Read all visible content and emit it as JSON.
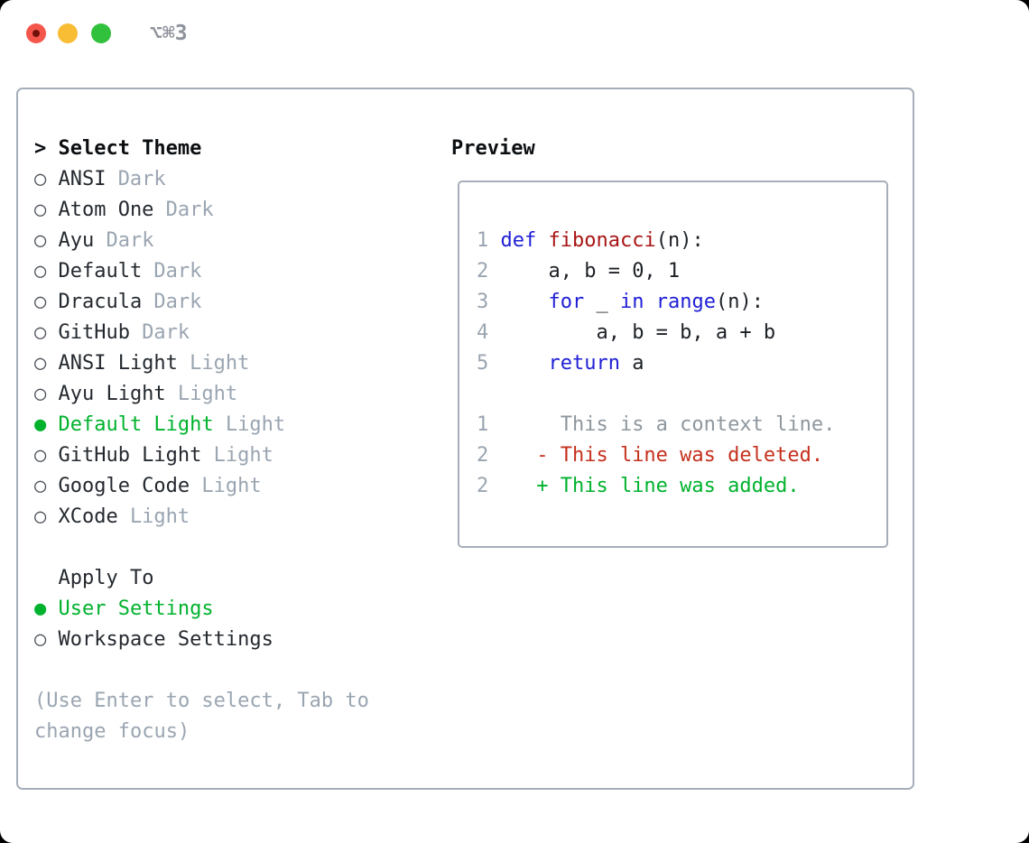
{
  "window": {
    "title": "⌥⌘3"
  },
  "colors": {
    "selected_green": "#00b22d",
    "added_green": "#00b22d",
    "deleted_red": "#c5311d",
    "keyword_blue": "#1f1fd6",
    "function_dark_red": "#a81414",
    "muted_gray": "#9aa5b1",
    "text_dark": "#24292f",
    "border_gray": "#a6aeb9",
    "traffic_red": "#f4564c",
    "traffic_yellow": "#f9bd35",
    "traffic_green": "#31c13d"
  },
  "theme_picker": {
    "prompt_marker": ">",
    "title": "Select Theme",
    "themes": [
      {
        "marker": "○",
        "name": "ANSI",
        "variant": "Dark",
        "selected": false
      },
      {
        "marker": "○",
        "name": "Atom One",
        "variant": "Dark",
        "selected": false
      },
      {
        "marker": "○",
        "name": "Ayu",
        "variant": "Dark",
        "selected": false
      },
      {
        "marker": "○",
        "name": "Default",
        "variant": "Dark",
        "selected": false
      },
      {
        "marker": "○",
        "name": "Dracula",
        "variant": "Dark",
        "selected": false
      },
      {
        "marker": "○",
        "name": "GitHub",
        "variant": "Dark",
        "selected": false
      },
      {
        "marker": "○",
        "name": "ANSI Light",
        "variant": "Light",
        "selected": false
      },
      {
        "marker": "○",
        "name": "Ayu Light",
        "variant": "Light",
        "selected": false
      },
      {
        "marker": "●",
        "name": "Default Light",
        "variant": "Light",
        "selected": true
      },
      {
        "marker": "○",
        "name": "GitHub Light",
        "variant": "Light",
        "selected": false
      },
      {
        "marker": "○",
        "name": "Google Code",
        "variant": "Light",
        "selected": false
      },
      {
        "marker": "○",
        "name": "XCode",
        "variant": "Light",
        "selected": false
      }
    ],
    "apply_to": {
      "title": "Apply To",
      "options": [
        {
          "marker": "●",
          "label": "User Settings",
          "selected": true
        },
        {
          "marker": "○",
          "label": "Workspace Settings",
          "selected": false
        }
      ]
    },
    "hint_lines": [
      "(Use Enter to select, Tab to",
      "change focus)"
    ]
  },
  "preview": {
    "title": "Preview",
    "code_lines": [
      {
        "num": "1",
        "tokens": [
          {
            "text": " ",
            "style": "plain"
          },
          {
            "text": "def",
            "style": "keyword"
          },
          {
            "text": " ",
            "style": "plain"
          },
          {
            "text": "fibonacci",
            "style": "function"
          },
          {
            "text": "(n):",
            "style": "plain"
          }
        ]
      },
      {
        "num": "2",
        "tokens": [
          {
            "text": "     a, b = 0, 1",
            "style": "plain"
          }
        ]
      },
      {
        "num": "3",
        "tokens": [
          {
            "text": "     ",
            "style": "plain"
          },
          {
            "text": "for",
            "style": "keyword"
          },
          {
            "text": " _ ",
            "style": "plain"
          },
          {
            "text": "in",
            "style": "keyword"
          },
          {
            "text": " ",
            "style": "plain"
          },
          {
            "text": "range",
            "style": "keyword"
          },
          {
            "text": "(n):",
            "style": "plain"
          }
        ]
      },
      {
        "num": "4",
        "tokens": [
          {
            "text": "         a, b = b, a + b",
            "style": "plain"
          }
        ]
      },
      {
        "num": "5",
        "tokens": [
          {
            "text": "     ",
            "style": "plain"
          },
          {
            "text": "return",
            "style": "keyword"
          },
          {
            "text": " a",
            "style": "plain"
          }
        ]
      }
    ],
    "diff_lines": [
      {
        "num": "1",
        "kind": "context",
        "text": "      This is a context line."
      },
      {
        "num": "2",
        "kind": "deleted",
        "text": "    - This line was deleted."
      },
      {
        "num": "2",
        "kind": "added",
        "text": "    + This line was added."
      }
    ]
  }
}
